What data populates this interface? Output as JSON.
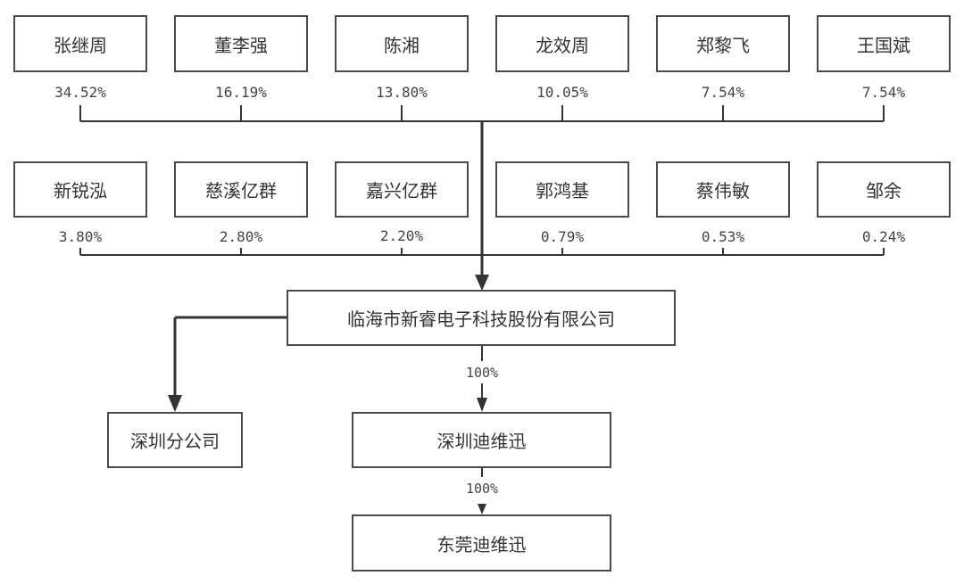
{
  "shareholders_row1": [
    {
      "name": "张继周",
      "pct": "34.52%"
    },
    {
      "name": "董李强",
      "pct": "16.19%"
    },
    {
      "name": "陈湘",
      "pct": "13.80%"
    },
    {
      "name": "龙效周",
      "pct": "10.05%"
    },
    {
      "name": "郑黎飞",
      "pct": "7.54%"
    },
    {
      "name": "王国斌",
      "pct": "7.54%"
    }
  ],
  "shareholders_row2": [
    {
      "name": "新锐泓",
      "pct": "3.80%"
    },
    {
      "name": "慈溪亿群",
      "pct": "2.80%"
    },
    {
      "name": "嘉兴亿群",
      "pct": "2.20%"
    },
    {
      "name": "郭鸿基",
      "pct": "0.79%"
    },
    {
      "name": "蔡伟敏",
      "pct": "0.53%"
    },
    {
      "name": "邹余",
      "pct": "0.24%"
    }
  ],
  "company": {
    "name": "临海市新睿电子科技股份有限公司"
  },
  "branch": {
    "name": "深圳分公司"
  },
  "subsidiary": {
    "name": "深圳迪维迅",
    "pct": "100%"
  },
  "sub_subsidiary": {
    "name": "东莞迪维迅",
    "pct": "100%"
  },
  "colors": {
    "line": "#333333",
    "border": "#4a4a4a",
    "text": "#333333"
  }
}
